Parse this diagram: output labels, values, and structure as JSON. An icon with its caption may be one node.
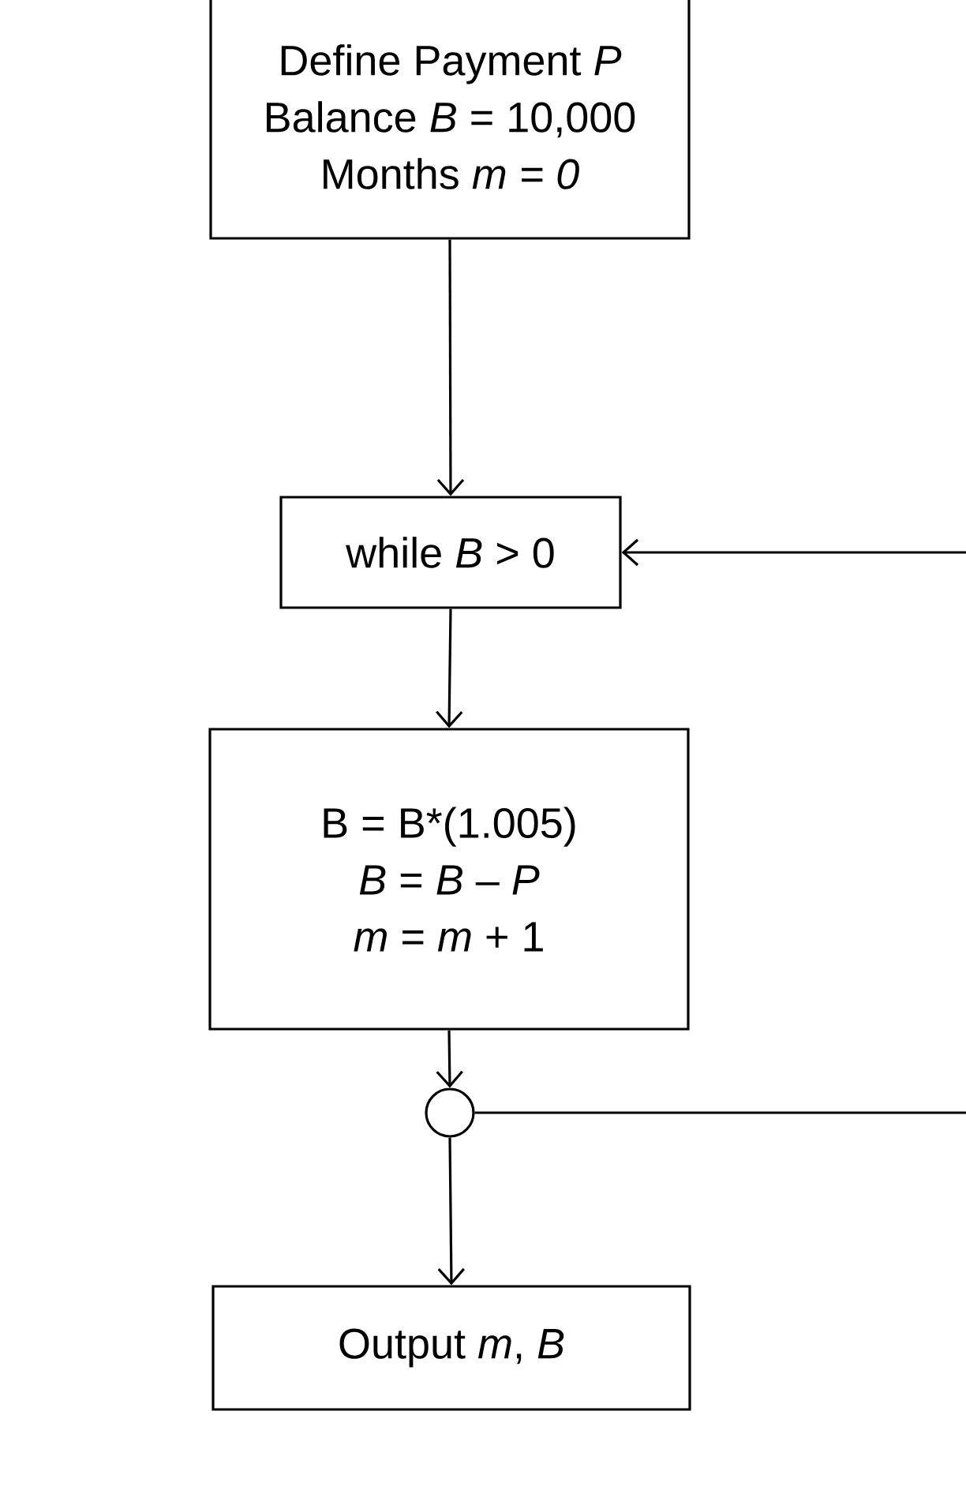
{
  "diagram": {
    "nodes": [
      {
        "text": [
          "Define Payment *P*",
          "Balance *B* = 10,000",
          "Months *m = 0*"
        ]
      },
      {
        "text": [
          "while *B* > 0"
        ]
      },
      {
        "text": [
          "B = B*(1.005)",
          "*B* = *B* – *P*",
          "*m* = *m* + 1"
        ]
      },
      {
        "text": [],
        "shape": "circle"
      },
      {
        "text": [
          "Output *m*, *B*"
        ]
      }
    ],
    "edges": [
      {
        "from": 0,
        "to": 1,
        "arrow": "to"
      },
      {
        "from": 1,
        "to": 2,
        "arrow": "to"
      },
      {
        "from": 2,
        "to": 3,
        "arrow": "to"
      },
      {
        "from": 3,
        "to": 4,
        "arrow": "to"
      },
      {
        "from": 3,
        "to": null,
        "arrow": "none"
      },
      {
        "from": null,
        "to": 1,
        "arrow": "to"
      }
    ]
  }
}
